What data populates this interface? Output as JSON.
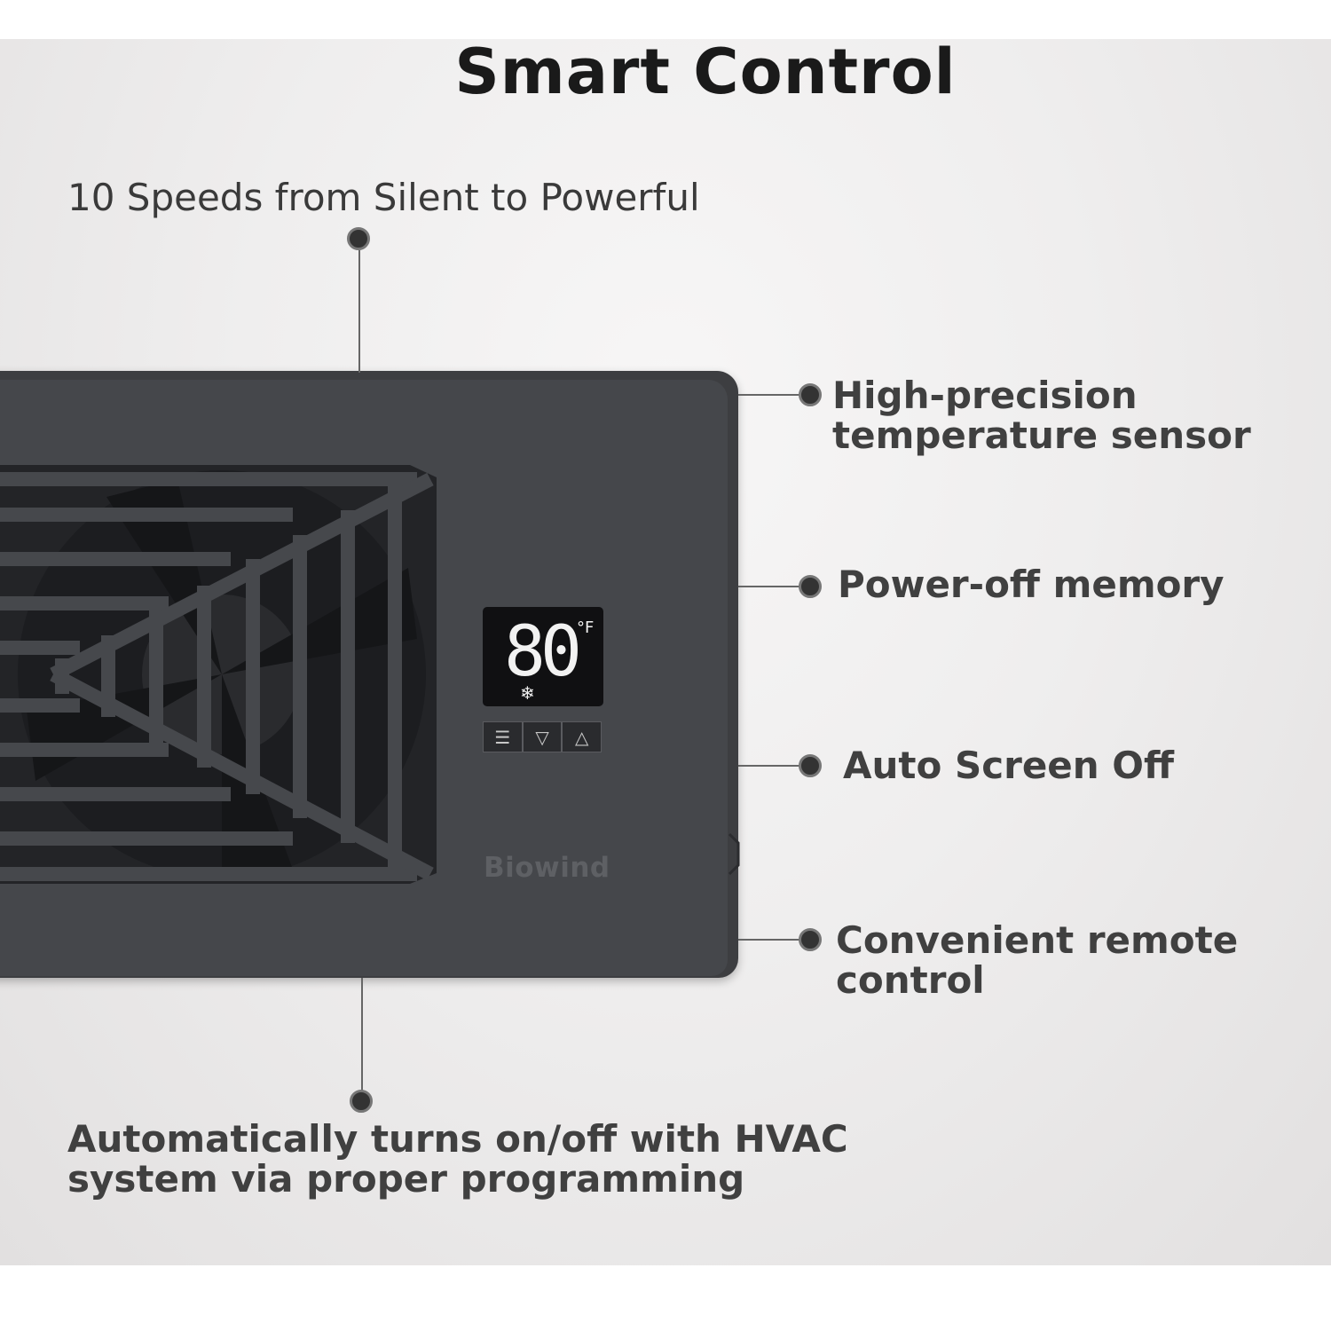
{
  "title": "Smart Control",
  "features": {
    "speeds": "10 Speeds from Silent to Powerful",
    "sensor_line1": "High-precision",
    "sensor_line2": "temperature sensor",
    "memory": "Power-off memory",
    "screen_off": "Auto Screen Off",
    "remote_line1": "Convenient remote",
    "remote_line2": "control",
    "hvac_line1": "Automatically turns on/off with HVAC",
    "hvac_line2": "system via proper programming"
  },
  "device": {
    "temperature": "80",
    "unit": "°F",
    "mode_icon": "snowflake-icon",
    "buttons": [
      "menu-icon",
      "down-triangle-icon",
      "up-triangle-icon"
    ],
    "brand": "Biowind"
  },
  "colors": {
    "device": "#45474b",
    "display": "#101012",
    "text": "#3a3a3a"
  }
}
